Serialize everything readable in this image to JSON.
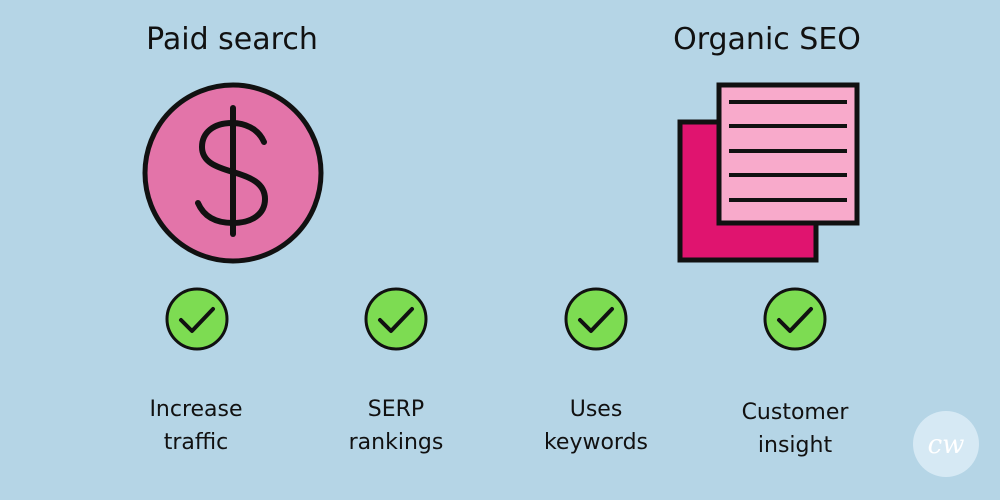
{
  "headings": {
    "left": "Paid search",
    "right": "Organic SEO"
  },
  "icons": {
    "left": "dollar-coin-icon",
    "right": "documents-icon",
    "check": "checkmark-circle-icon"
  },
  "benefits": [
    {
      "line1": "Increase",
      "line2": "traffic"
    },
    {
      "line1": "SERP",
      "line2": "rankings"
    },
    {
      "line1": "Uses",
      "line2": "keywords"
    },
    {
      "line1": "Customer",
      "line2": "insight"
    }
  ],
  "logo": {
    "text": "cw"
  },
  "colors": {
    "background": "#b5d5e6",
    "coin": "#e374a9",
    "doc_back": "#e0146f",
    "doc_front": "#f8aacb",
    "check": "#7ddc52",
    "outline": "#111111"
  }
}
